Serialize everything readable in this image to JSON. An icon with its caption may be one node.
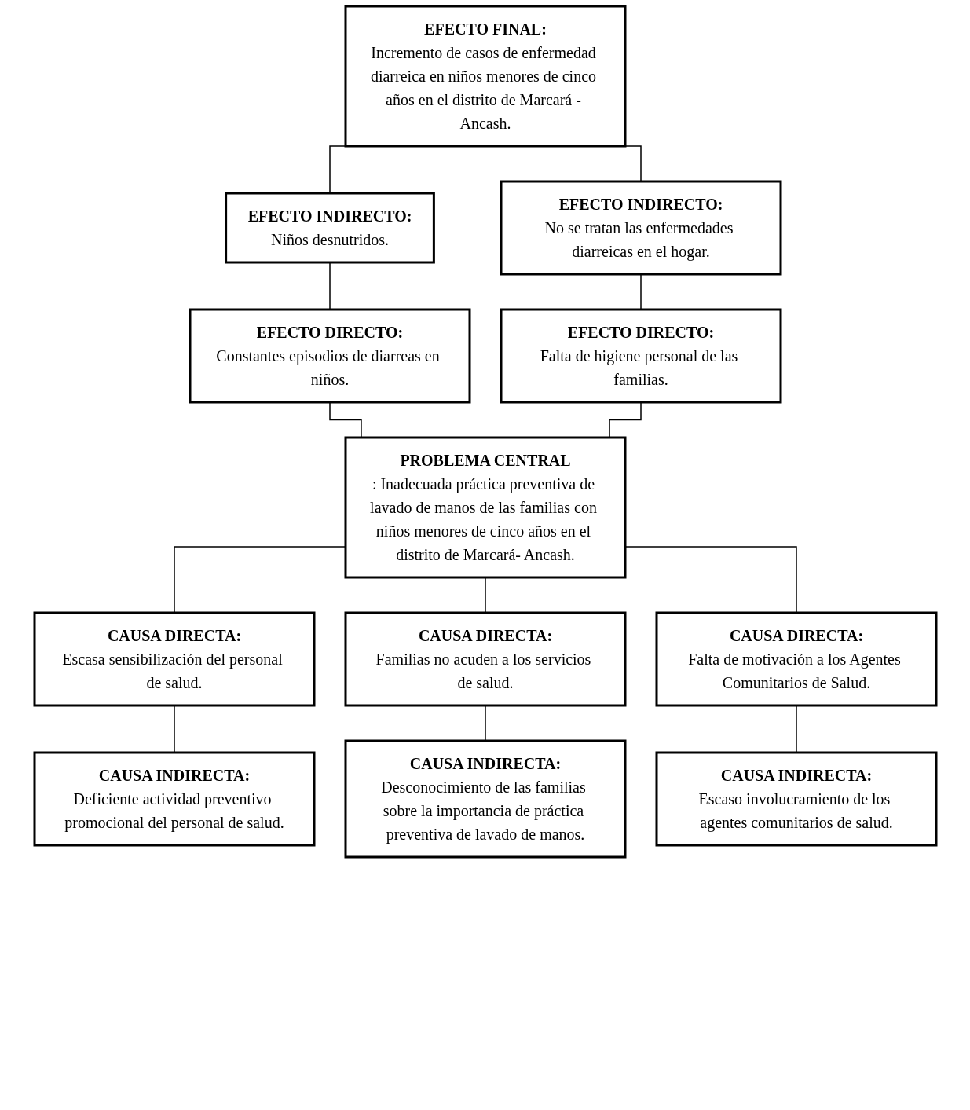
{
  "diagram": {
    "nodes": [
      {
        "text": [
          "EFECTO FINAL:",
          "Incremento de casos de enfermedad diarreica en niños menores de cinco años en el distrito de Marcará - Ancash."
        ]
      },
      {
        "text": [
          "EFECTO INDIRECTO:",
          "Niños desnutridos."
        ]
      },
      {
        "text": [
          "EFECTO INDIRECTO:",
          "No se tratan las enfermedades diarreicas en el hogar."
        ]
      },
      {
        "text": [
          "EFECTO DIRECTO:",
          "Constantes episodios de diarreas en niños."
        ]
      },
      {
        "text": [
          "EFECTO DIRECTO:",
          "Falta de higiene personal de las familias."
        ]
      },
      {
        "text": [
          "PROBLEMA CENTRAL",
          ": Inadecuada práctica preventiva de lavado de manos de las familias con niños menores de cinco años en el distrito de Marcará- Ancash."
        ]
      },
      {
        "text": [
          "CAUSA DIRECTA:",
          "Escasa sensibilización del personal de salud."
        ]
      },
      {
        "text": [
          "CAUSA DIRECTA:",
          "Familias no acuden a los servicios de salud."
        ]
      },
      {
        "text": [
          "CAUSA DIRECTA:",
          "Falta de motivación a los Agentes Comunitarios de Salud."
        ]
      },
      {
        "text": [
          "CAUSA INDIRECTA:",
          "Deficiente actividad preventivo promocional del personal de salud."
        ]
      },
      {
        "text": [
          "CAUSA INDIRECTA:",
          "Desconocimiento de las familias sobre la importancia de práctica preventiva de lavado de manos."
        ]
      },
      {
        "text": [
          "CAUSA INDIRECTA:",
          "Escaso involucramiento de los agentes comunitarios de salud."
        ]
      }
    ],
    "edges": [
      {
        "from": 0,
        "to": 1,
        "arrow": "none"
      },
      {
        "from": 0,
        "to": 2,
        "arrow": "none"
      },
      {
        "from": 1,
        "to": 3,
        "arrow": "none"
      },
      {
        "from": 2,
        "to": 4,
        "arrow": "none"
      },
      {
        "from": 3,
        "to": 5,
        "arrow": "none"
      },
      {
        "from": 4,
        "to": 5,
        "arrow": "none"
      },
      {
        "from": 5,
        "to": 6,
        "arrow": "none"
      },
      {
        "from": 5,
        "to": 7,
        "arrow": "none"
      },
      {
        "from": 5,
        "to": 8,
        "arrow": "none"
      },
      {
        "from": 6,
        "to": 9,
        "arrow": "none"
      },
      {
        "from": 7,
        "to": 10,
        "arrow": "none"
      },
      {
        "from": 8,
        "to": 11,
        "arrow": "none"
      }
    ]
  }
}
